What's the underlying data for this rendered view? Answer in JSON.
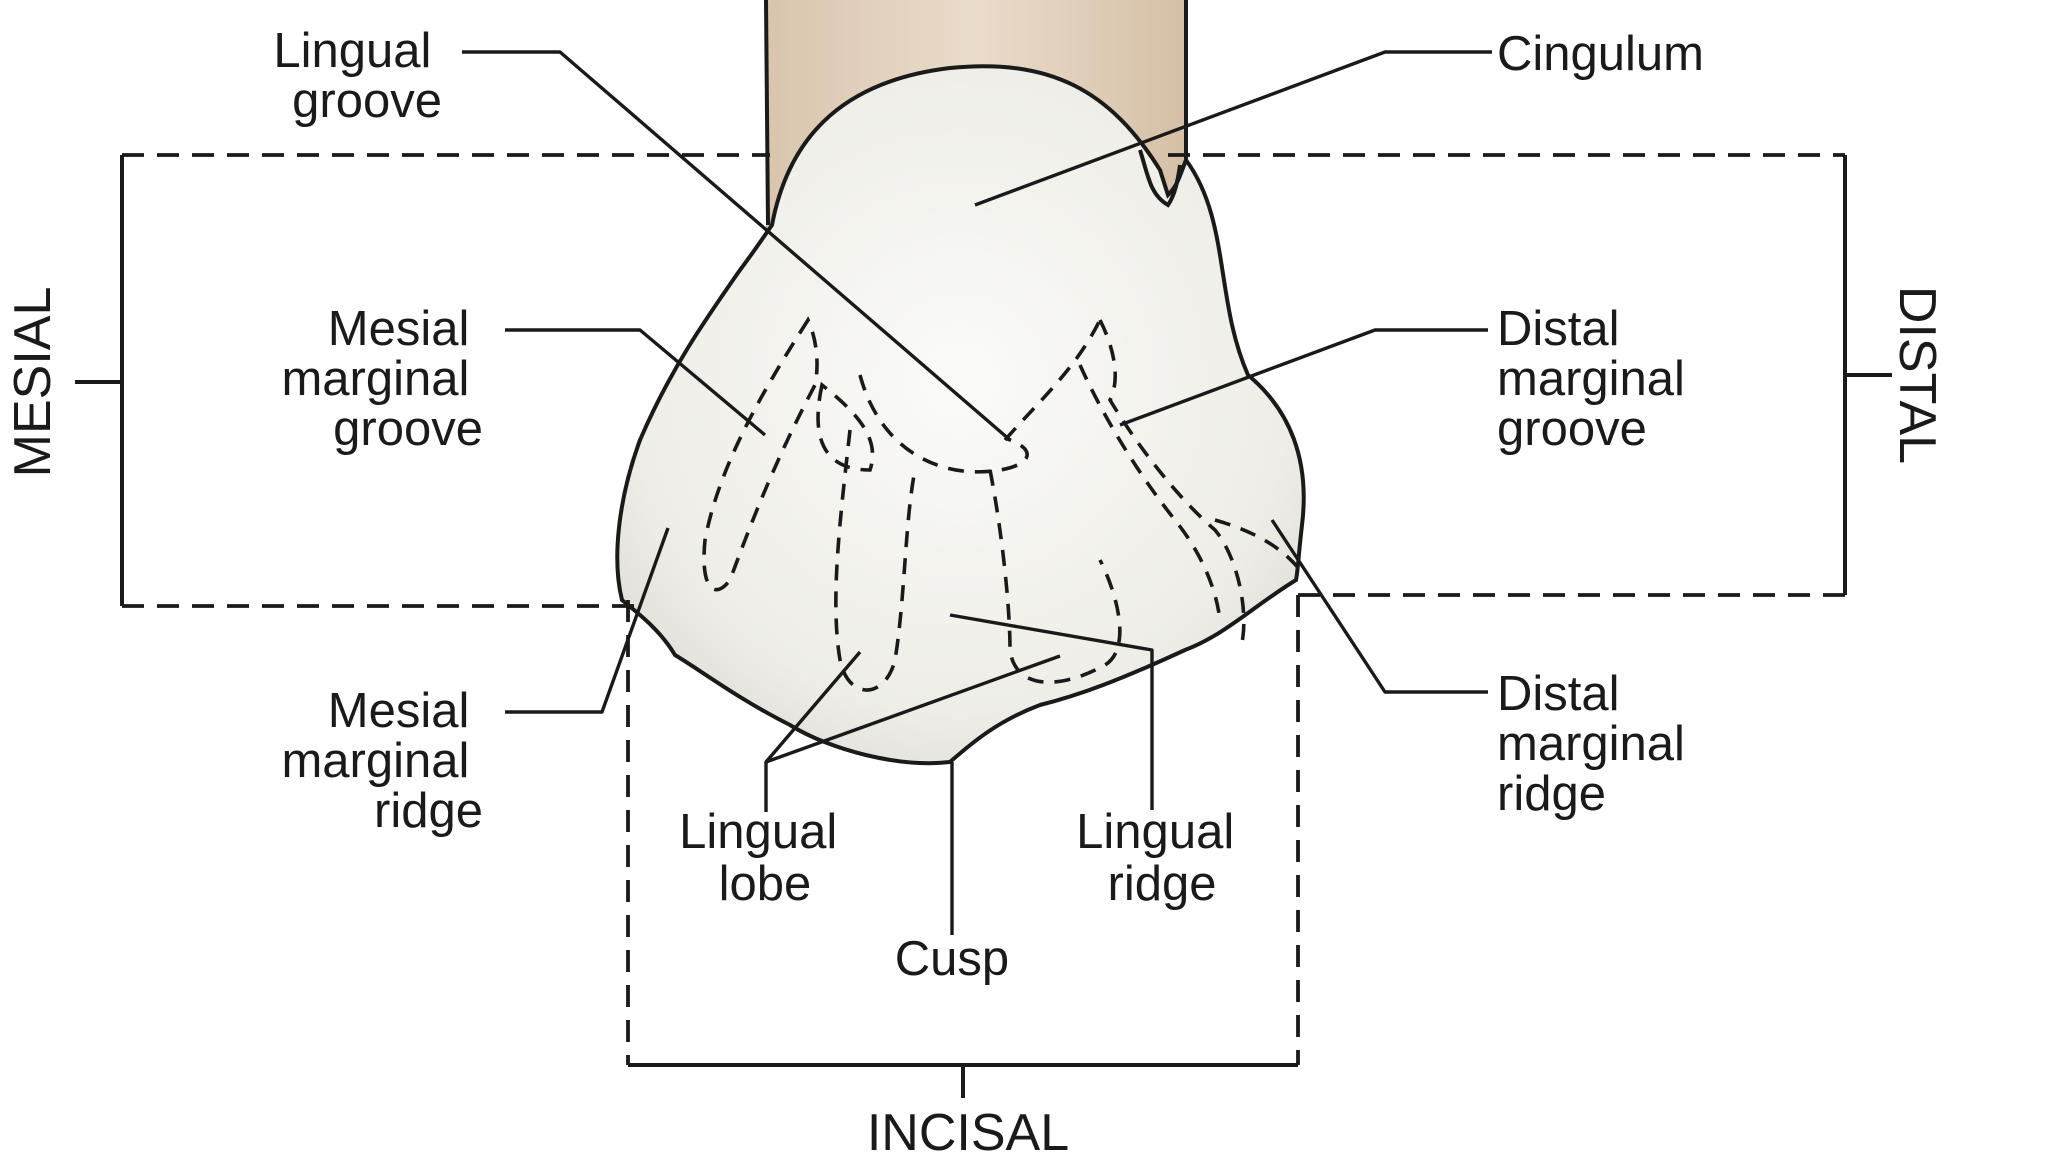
{
  "labels": {
    "lingual_groove": [
      "Lingual",
      "groove"
    ],
    "cingulum": [
      "Cingulum"
    ],
    "mesial_marginal_groove": [
      "Mesial",
      "marginal",
      "groove"
    ],
    "distal_marginal_groove": [
      "Distal",
      "marginal",
      "groove"
    ],
    "mesial_marginal_ridge": [
      "Mesial",
      "marginal",
      "ridge"
    ],
    "distal_marginal_ridge": [
      "Distal",
      "marginal",
      "ridge"
    ],
    "lingual_lobe": [
      "Lingual",
      "lobe"
    ],
    "lingual_ridge": [
      "Lingual",
      "ridge"
    ],
    "cusp": [
      "Cusp"
    ]
  },
  "sides": {
    "mesial": "MESIAL",
    "distal": "DISTAL",
    "incisal": "INCISAL"
  },
  "colors": {
    "root": "#e2d2bd",
    "crown": "#f2f1ec",
    "ink": "#1a1a1a"
  }
}
